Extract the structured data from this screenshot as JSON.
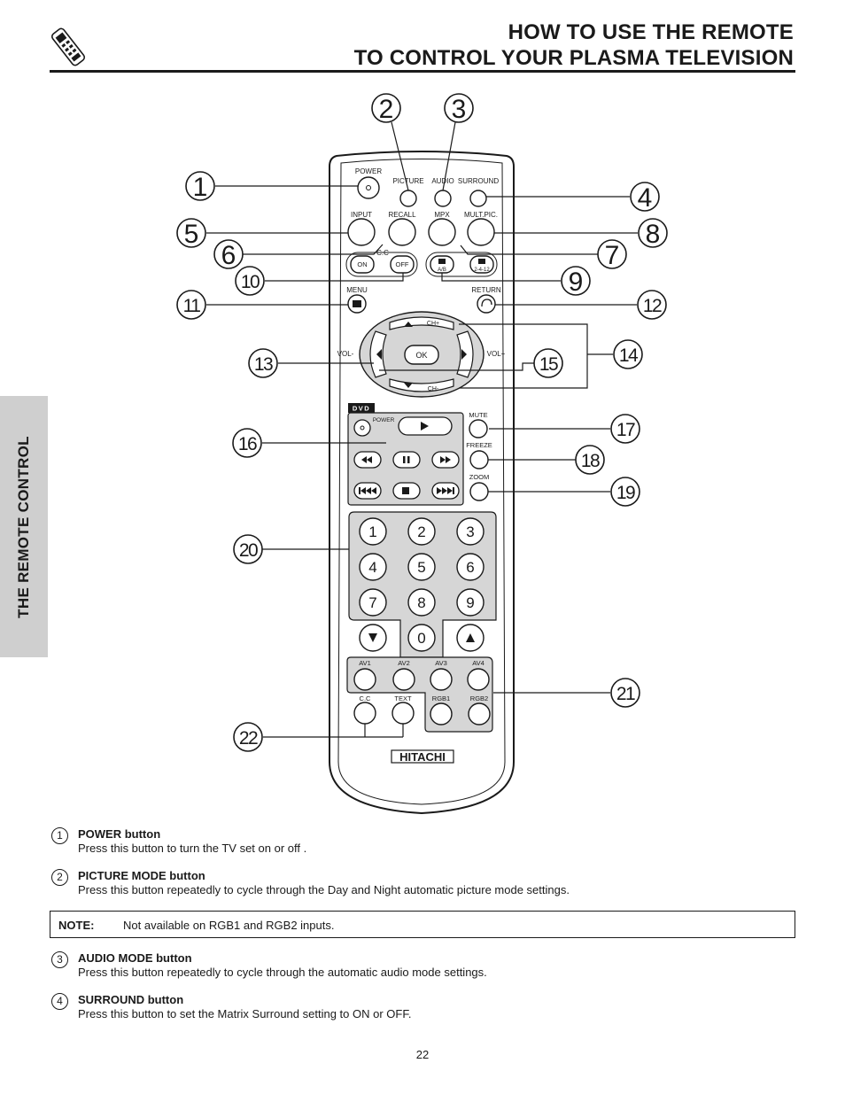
{
  "header": {
    "title_line1": "HOW TO USE THE REMOTE",
    "title_line2": "TO CONTROL YOUR PLASMA TELEVISION"
  },
  "side_tab": {
    "label": "THE REMOTE CONTROL"
  },
  "remote": {
    "top_labels": {
      "power": "POWER",
      "picture": "PICTURE",
      "audio": "AUDIO",
      "surround": "SURROUND",
      "input": "INPUT",
      "recall": "RECALL",
      "mpx": "MPX",
      "multpic": "MULT.PIC.",
      "cc": "C.C",
      "on": "ON",
      "off": "OFF",
      "ab": "A/B",
      "split": "2-4-12",
      "menu": "MENU",
      "return": "RETURN"
    },
    "nav_labels": {
      "ch_up": "CH+",
      "ch_down": "CH-",
      "vol_down": "VOL-",
      "vol_up": "VOL+",
      "ok": "OK"
    },
    "dvd_labels": {
      "dvd": "DVD",
      "power": "POWER",
      "mute": "MUTE",
      "freeze": "FREEZE",
      "zoom": "ZOOM"
    },
    "digits": [
      "1",
      "2",
      "3",
      "4",
      "5",
      "6",
      "7",
      "8",
      "9",
      "0"
    ],
    "av_labels": {
      "av1": "AV1",
      "av2": "AV2",
      "av3": "AV3",
      "av4": "AV4",
      "cc": "C.C",
      "text": "TEXT",
      "rgb1": "RGB1",
      "rgb2": "RGB2"
    },
    "brand": "HITACHI",
    "callouts": [
      "1",
      "2",
      "3",
      "4",
      "5",
      "6",
      "7",
      "8",
      "9",
      "10",
      "11",
      "12",
      "13",
      "14",
      "15",
      "16",
      "17",
      "18",
      "19",
      "20",
      "21",
      "22"
    ]
  },
  "descriptions": [
    {
      "number": "1",
      "title": "POWER button",
      "text": "Press this button to turn the TV set on or off ."
    },
    {
      "number": "2",
      "title": "PICTURE MODE button",
      "text": "Press this button repeatedly to cycle through the Day and Night automatic picture mode settings."
    },
    {
      "number": "3",
      "title": "AUDIO MODE button",
      "text": "Press this button repeatedly to cycle through the automatic audio mode settings."
    },
    {
      "number": "4",
      "title": "SURROUND button",
      "text": "Press this button to set the Matrix Surround setting to ON or OFF."
    }
  ],
  "note": {
    "label": "NOTE:",
    "text": "Not available on RGB1 and RGB2 inputs."
  },
  "page_number": "22",
  "colors": {
    "ink": "#1a1a1a",
    "tab_gray": "#cfcfcf",
    "panel_gray": "#d6d6d6",
    "paper": "#ffffff"
  }
}
